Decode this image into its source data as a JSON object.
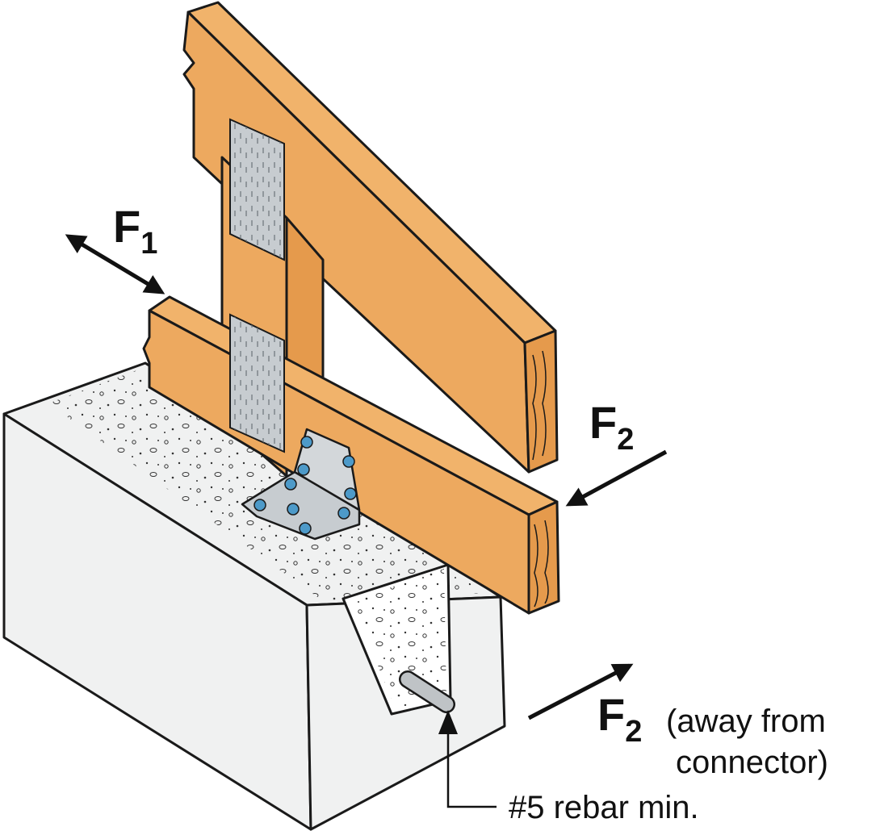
{
  "colors": {
    "wood": "#EDA95F",
    "wood_end": "#E59A4C",
    "concrete": "#F0F1F1",
    "plate": "#C7CCD0",
    "bolt": "#4D9AC9",
    "outline": "#1A1A1A",
    "rebar": "#BFC3C6"
  },
  "icons": {
    "truss_plate": "truss-plate-icon",
    "angle_connector": "angle-connector-icon",
    "rebar": "rebar-icon",
    "arrow": "force-arrow-icon"
  },
  "labels": {
    "f1": {
      "main": "F",
      "sub": "1"
    },
    "f2_top": {
      "main": "F",
      "sub": "2"
    },
    "f2_bottom": {
      "main": "F",
      "sub": "2",
      "note_line1": "(away from",
      "note_line2": "connector)"
    },
    "rebar": "#5 rebar min."
  }
}
